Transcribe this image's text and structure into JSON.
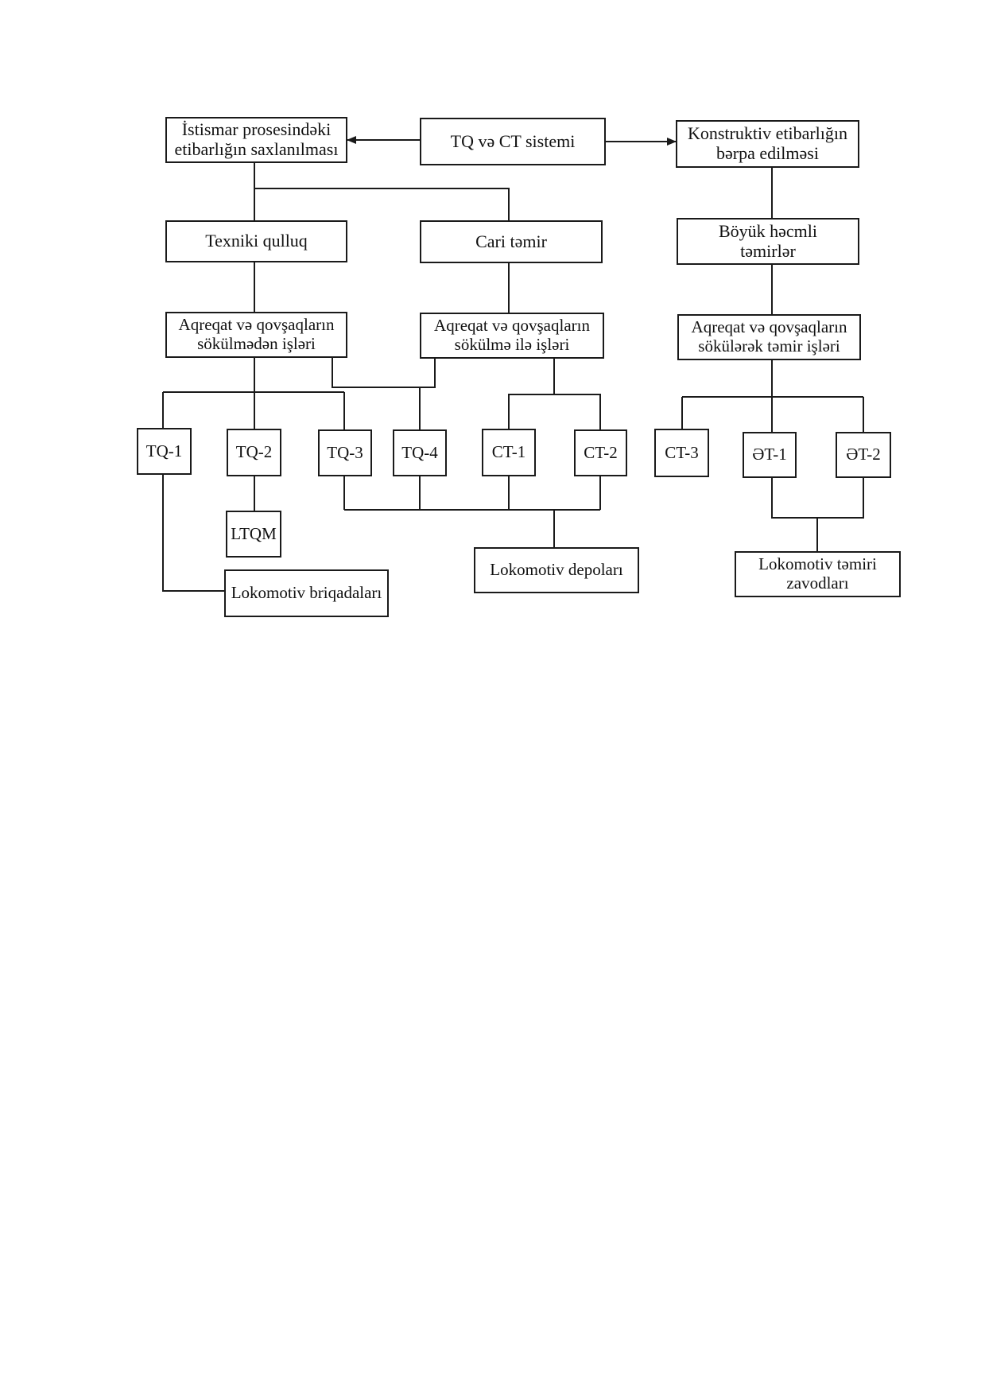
{
  "diagram": {
    "top": {
      "left": {
        "line1": "İstismar prosesindəki",
        "line2": "etibarlığın saxlanılması"
      },
      "center": "TQ və CT sistemi",
      "right": {
        "line1": "Konstruktiv etibarlığın",
        "line2": "bərpa edilməsi"
      }
    },
    "level2": {
      "texniki": "Texniki qulluq",
      "cari": "Cari təmir",
      "boyuk": {
        "line1": "Böyük həcmli",
        "line2": "təmirlər"
      }
    },
    "level3": {
      "left": {
        "line1": "Aqreqat və qovşaqların",
        "line2": "sökülmədən işləri"
      },
      "center": {
        "line1": "Aqreqat və qovşaqların",
        "line2": "sökülmə ilə işləri"
      },
      "right": {
        "line1": "Aqreqat və qovşaqların",
        "line2": "sökülərək təmir işləri"
      }
    },
    "level4": [
      "TQ-1",
      "TQ-2",
      "TQ-3",
      "TQ-4",
      "CT-1",
      "CT-2",
      "CT-3",
      "ƏT-1",
      "ƏT-2"
    ],
    "level5": {
      "ltqm": "LTQM",
      "briqadalar": "Lokomotiv briqadaları",
      "depolar": "Lokomotiv depoları",
      "zavodlar": {
        "line1": "Lokomotiv təmiri",
        "line2": "zavodları"
      }
    }
  }
}
